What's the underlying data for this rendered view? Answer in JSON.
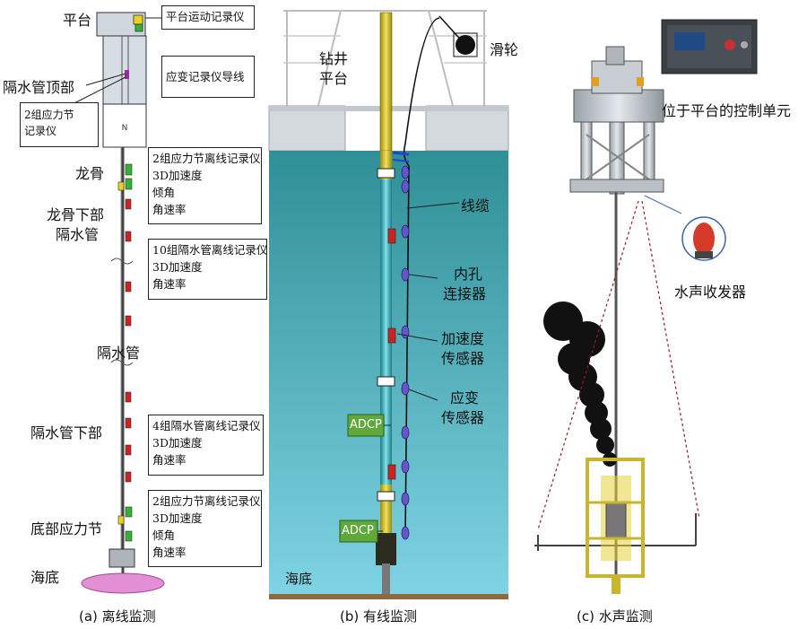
{
  "panel_a": {
    "platform": "平台",
    "platform_motion_logger": "平台运动记录仪",
    "riser_top": "隔水管顶部",
    "strain_logger_wire": "应变记录仪导线",
    "stress_joint_logger_top": [
      "2组应力节",
      "记录仪"
    ],
    "keel": "龙骨",
    "riser_below_keel": [
      "龙骨下部",
      "隔水管"
    ],
    "box1": [
      "2组应力节离线记录仪",
      "3D加速度",
      "倾角",
      "角速率"
    ],
    "box2": [
      "10组隔水管离线记录仪",
      "3D加速度",
      "角速率"
    ],
    "riser": "隔水管",
    "riser_lower": "隔水管下部",
    "box3": [
      "4组隔水管离线记录仪",
      "3D加速度",
      "角速率"
    ],
    "bottom_stress_joint": "底部应力节",
    "box4": [
      "2组应力节离线记录仪",
      "3D加速度",
      "倾角",
      "角速率"
    ],
    "seabed": "海底",
    "caption": "(a) 离线监测"
  },
  "panel_b": {
    "drilling_platform": [
      "钻井",
      "平台"
    ],
    "pulley": "滑轮",
    "cable": "线缆",
    "bore_connector": [
      "内孔",
      "连接器"
    ],
    "accel_sensor": [
      "加速度",
      "传感器"
    ],
    "strain_sensor": [
      "应变",
      "传感器"
    ],
    "adcp_1": "ADCP",
    "adcp_2": "ADCP",
    "seabed": "海底",
    "caption": "(b) 有线监测"
  },
  "panel_c": {
    "control_unit": "位于平台的控制单元",
    "transceiver": "水声收发器",
    "caption": "(c) 水声监测"
  },
  "colors": {
    "sea_top": "#2f8f96",
    "sea_bottom": "#7fd3e3",
    "sensor_red": "#cc2222",
    "sensor_green": "#33b233",
    "sensor_yellow": "#e8d21a",
    "seabed_pink": "#e38fd6",
    "adcp_green": "#5fa83a",
    "riser_yellow": "#e6d23a"
  }
}
